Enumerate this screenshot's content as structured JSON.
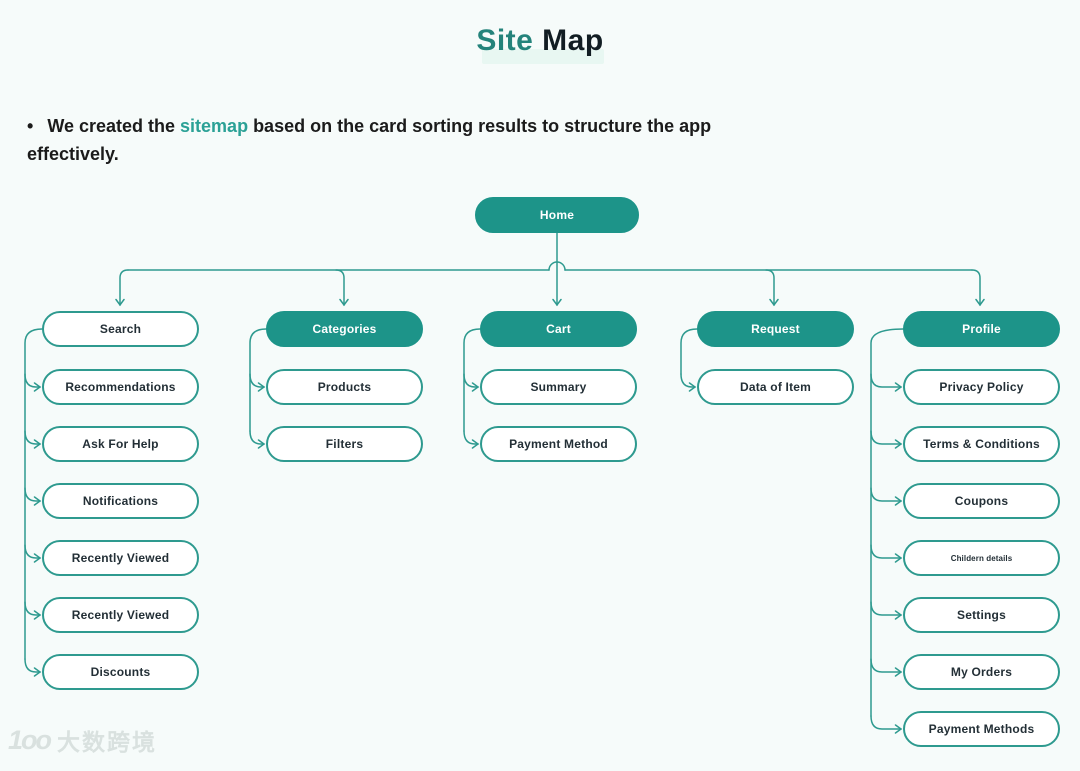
{
  "title": {
    "part1": "Site",
    "part2": " Map"
  },
  "intro": {
    "bullet": "•",
    "pre": "We created the ",
    "highlight": "sitemap",
    "post": " based on the card sorting results to structure the app effectively."
  },
  "colors": {
    "node_fill": "#1d9489",
    "line": "#2e9a8f",
    "title_accent": "#24837b",
    "intro_accent": "#2ba196",
    "background": "#f6fbfa",
    "title_underline": "#e8f7f2"
  },
  "tree": {
    "root": {
      "label": "Home",
      "style": "filled"
    },
    "small_node_label": "Childern details",
    "branches": [
      {
        "label": "Search",
        "style": "outline",
        "children": [
          "Recommendations",
          "Ask For Help",
          "Notifications",
          "Recently Viewed",
          "Recently Viewed",
          "Discounts"
        ]
      },
      {
        "label": "Categories",
        "style": "filled",
        "children": [
          "Products",
          "Filters"
        ]
      },
      {
        "label": "Cart",
        "style": "filled",
        "children": [
          "Summary",
          "Payment Method"
        ]
      },
      {
        "label": "Request",
        "style": "filled",
        "children": [
          "Data of Item"
        ]
      },
      {
        "label": "Profile",
        "style": "filled",
        "children": [
          "Privacy Policy",
          "Terms & Conditions",
          "Coupons",
          "Childern details",
          "Settings",
          "My Orders",
          "Payment Methods"
        ]
      }
    ]
  },
  "watermark": {
    "logo_text": "1oo",
    "text": "大数跨境"
  }
}
